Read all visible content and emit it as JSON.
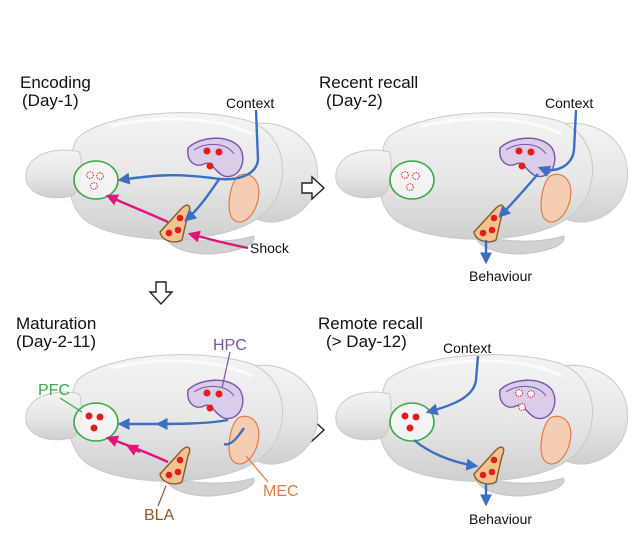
{
  "panels": {
    "encoding": {
      "title": "Encoding",
      "subtitle": "(Day-1)",
      "context": "Context",
      "shock": "Shock"
    },
    "recent": {
      "title": "Recent recall",
      "subtitle": "(Day-2)",
      "context": "Context",
      "behaviour": "Behaviour"
    },
    "maturation": {
      "title": "Maturation",
      "subtitle": "(Day-2-11)",
      "hpc": "HPC",
      "pfc": "PFC",
      "bla": "BLA",
      "mec": "MEC"
    },
    "remote": {
      "title": "Remote recall",
      "subtitle": "(> Day-12)",
      "context": "Context",
      "behaviour": "Behaviour"
    }
  },
  "colors": {
    "brain_fill": "#e9e9e9",
    "brain_shade": "#d4d4d4",
    "pfc": "#3aa945",
    "hpc": "#7a55a6",
    "hpc_fill": "#d9cdea",
    "bla": "#8a5a2b",
    "bla_fill": "#f2c38f",
    "mec": "#e07a45",
    "mec_fill": "#f4cdb3",
    "blue_arrow": "#3b6fc2",
    "shock_arrow": "#e0147a",
    "active_cell": "#e21d1d"
  }
}
